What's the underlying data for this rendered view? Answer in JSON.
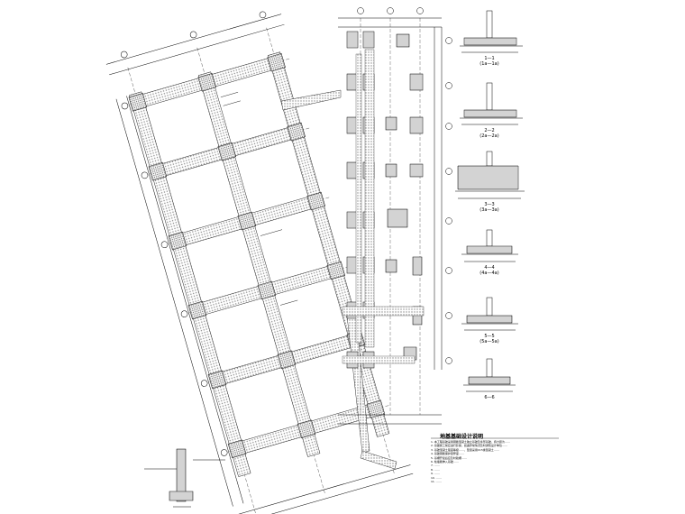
{
  "sections": [
    {
      "id": "1-1",
      "label": "1—1",
      "sub": "(1a—1a)"
    },
    {
      "id": "2-2",
      "label": "2—2",
      "sub": "(2a—2a)"
    },
    {
      "id": "3-3",
      "label": "3—3",
      "sub": "(3a—3a)"
    },
    {
      "id": "4-4",
      "label": "4—4",
      "sub": "(4a—4a)"
    },
    {
      "id": "5-5",
      "label": "5—5",
      "sub": "(5a—5a)"
    },
    {
      "id": "6-6",
      "label": "6—6",
      "sub": ""
    }
  ],
  "notes": {
    "title": "地基基础设计说明",
    "lines": [
      "1. 本工程基础采用钢筋混凝土独立基础及条形基础，持力层为……",
      "2. 基础施工前应进行钎探，如遇异常情况及时通知设计单位……",
      "3. 基础混凝土强度等级……，垫层采用C15素混凝土……",
      "4. 基础钢筋保护层厚度……",
      "5. 基槽开挖后应及时验槽……",
      "6. 柱插筋伸入基础……",
      "7. ……",
      "8. ……",
      "9. ……",
      "10. ……",
      "11. ……"
    ]
  },
  "colors": {
    "line": "#000000",
    "hatch": "#8a8a8a",
    "bg": "#ffffff"
  }
}
